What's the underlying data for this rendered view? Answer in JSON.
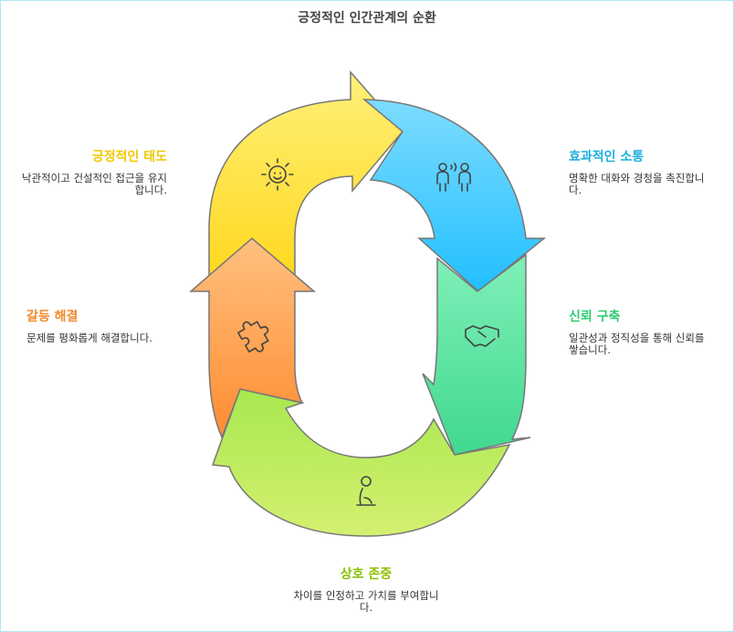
{
  "title": "긍정적인 인간관계의 순환",
  "steps": [
    {
      "title": "긍정적인 태도",
      "desc": "낙관적이고 건설적인 접근을 유지합니다.",
      "color": "#f0c800",
      "icon": "sun-face-icon"
    },
    {
      "title": "효과적인 소통",
      "desc": "명확한 대화와 경청을 촉진합니다.",
      "color": "#1aaedd",
      "icon": "people-talking-icon"
    },
    {
      "title": "신뢰 구축",
      "desc": "일관성과 정직성을 통해 신뢰를 쌓습니다.",
      "color": "#2ecc71",
      "icon": "handshake-icon"
    },
    {
      "title": "상호 존중",
      "desc": "차이를 인정하고 가치를 부여합니다.",
      "color": "#8cc000",
      "icon": "kneeling-person-icon"
    },
    {
      "title": "갈등 해결",
      "desc": "문제를 평화롭게 해결합니다.",
      "color": "#f08a30",
      "icon": "puzzle-icon"
    }
  ]
}
